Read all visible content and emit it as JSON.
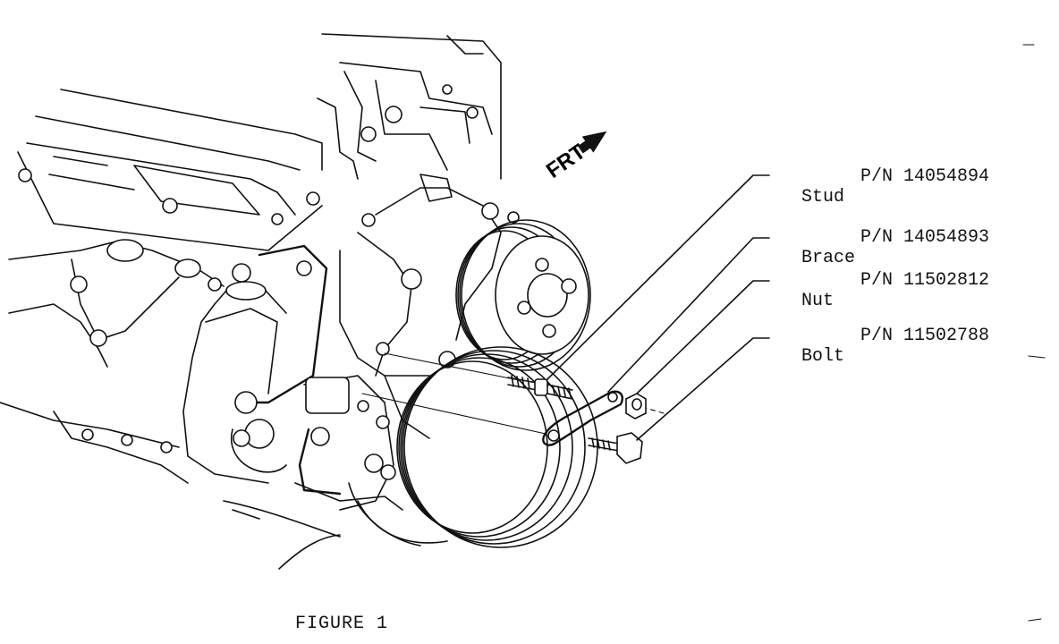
{
  "direction_marker": "FRT",
  "parts": [
    {
      "name": "Stud",
      "pn_label": "P/N 14054894"
    },
    {
      "name": "Brace",
      "pn_label": "P/N 14054893"
    },
    {
      "name": "Nut",
      "pn_label": "P/N 11502812"
    },
    {
      "name": "Bolt",
      "pn_label": "P/N 11502788"
    }
  ],
  "caption": "FIGURE 1"
}
